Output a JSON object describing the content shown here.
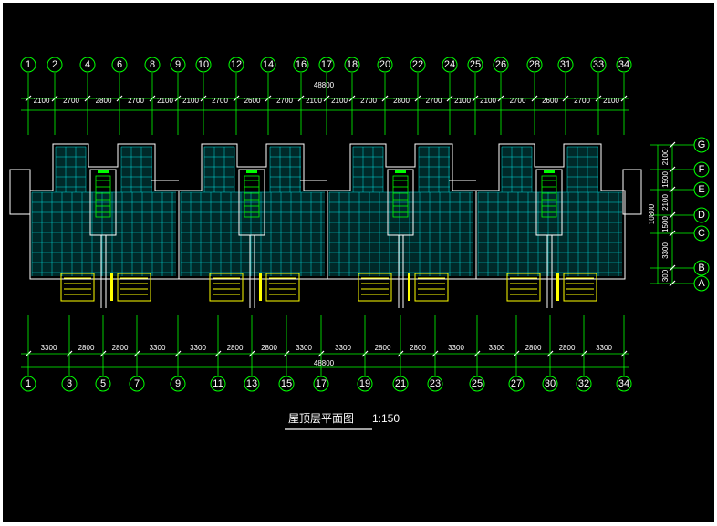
{
  "drawing": {
    "title": "屋顶层平面图",
    "scale": "1:150",
    "top_total": "48800",
    "bottom_total": "48800",
    "top_axes": [
      "1",
      "2",
      "4",
      "6",
      "8",
      "9",
      "10",
      "12",
      "14",
      "16",
      "17",
      "18",
      "20",
      "22",
      "24",
      "25",
      "26",
      "28",
      "31",
      "33",
      "34"
    ],
    "top_dims": [
      "2100",
      "2700",
      "2800",
      "2700",
      "2100",
      "2100",
      "2700",
      "2600",
      "2700",
      "2100",
      "2100",
      "2700",
      "2800",
      "2700",
      "2100",
      "2100",
      "2700",
      "2600",
      "2700",
      "2100"
    ],
    "bottom_axes": [
      "1",
      "3",
      "5",
      "7",
      "9",
      "11",
      "13",
      "15",
      "17",
      "19",
      "21",
      "23",
      "25",
      "27",
      "30",
      "32",
      "34"
    ],
    "bottom_dims": [
      "3300",
      "2800",
      "2800",
      "3300",
      "3300",
      "2800",
      "2800",
      "3300",
      "3300",
      "2800",
      "2800",
      "3300",
      "3300",
      "2800",
      "2800",
      "3300"
    ],
    "right_axes": [
      "G",
      "F",
      "E",
      "D",
      "C",
      "B",
      "A"
    ],
    "right_dims": [
      "2100",
      "1500",
      "2100",
      "1500",
      "3300",
      "300"
    ],
    "right_total": "10800"
  },
  "colors": {
    "background": "#000000",
    "axis": "#00ff00",
    "grid": "#00e0e0",
    "balcony": "#ffff00",
    "text": "#ffffff"
  }
}
